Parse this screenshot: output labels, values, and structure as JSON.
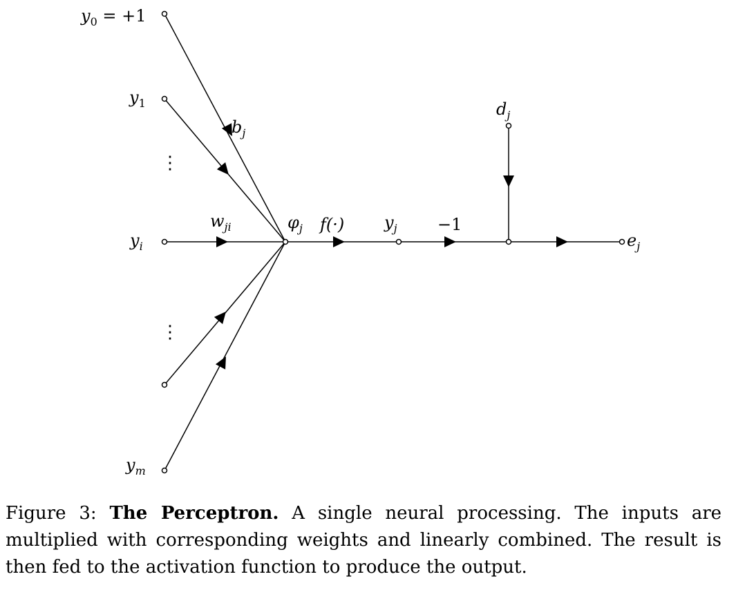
{
  "inputs": {
    "y0_base": "y",
    "y0_sub": "0",
    "y0_eq": " = +1",
    "y1_base": "y",
    "y1_sub": "1",
    "yi_base": "y",
    "yi_sub": "i",
    "ym_base": "y",
    "ym_sub": "m",
    "vdots_top": "⋮",
    "vdots_bottom": "⋮"
  },
  "labels": {
    "bias_base": "b",
    "bias_sub": "j",
    "weight_base": "w",
    "weight_sub": "ji",
    "induced_field_base": "φ",
    "induced_field_sub": "j",
    "activation": "f(·)",
    "output_base": "y",
    "output_sub": "j",
    "minus_one": "−1",
    "desired_base": "d",
    "desired_sub": "j",
    "error_base": "e",
    "error_sub": "j"
  },
  "caption": {
    "prefix": "Figure 3: ",
    "title": "The Perceptron.",
    "body": " A single neural processing. The inputs are multiplied with corresponding weights and linearly combined. The result is then fed to the activation function to produce the output."
  }
}
